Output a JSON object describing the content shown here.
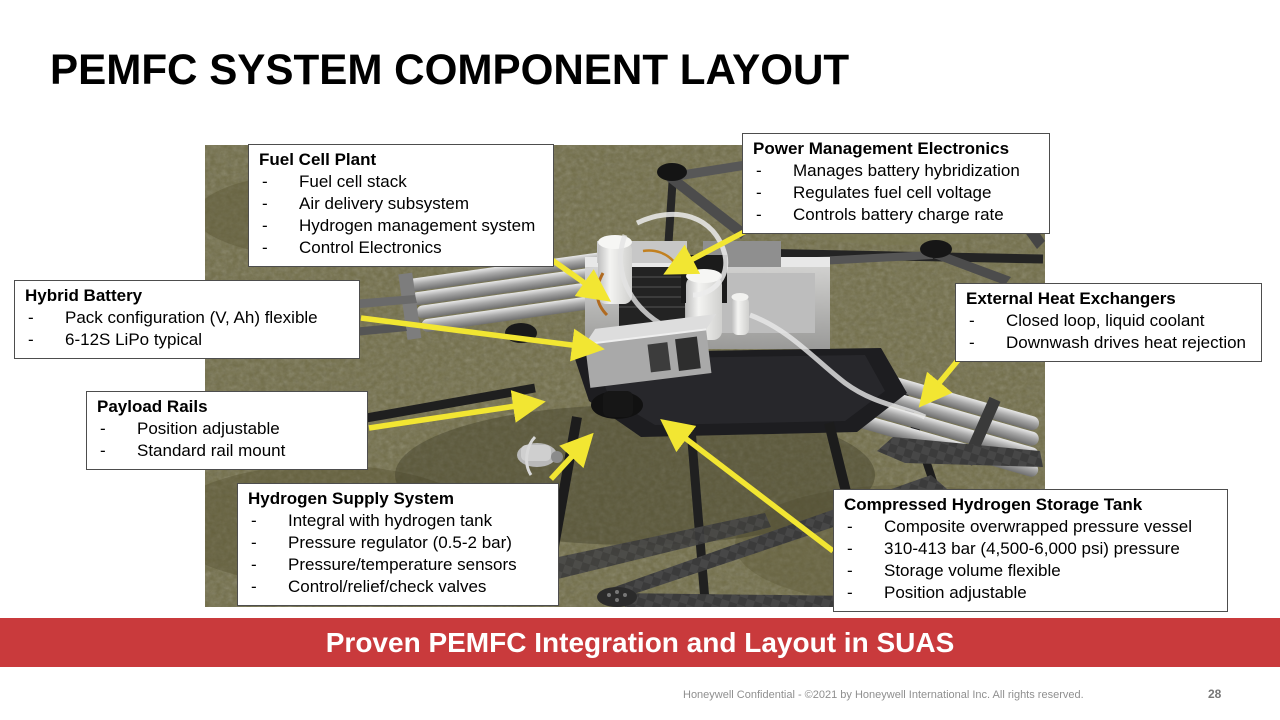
{
  "slide": {
    "title": "PEMFC SYSTEM COMPONENT LAYOUT",
    "banner": "Proven PEMFC Integration and Layout in SUAS",
    "footer": "Honeywell Confidential - ©2021 by Honeywell International Inc. All rights reserved.",
    "page_number": "28"
  },
  "colors": {
    "banner_red": "#C93A3C",
    "arrow_yellow": "#F2E632",
    "title_black": "#000000",
    "footer_gray": "#8F8F8F",
    "callout_border": "#4D4D4D"
  },
  "photo": {
    "alt": "Hexacopter UAS with PEMFC fuel cell system resting on grass, annotated with yellow arrows"
  },
  "callouts": [
    {
      "title": "Fuel Cell Plant",
      "items": [
        "Fuel cell stack",
        "Air delivery subsystem",
        "Hydrogen management system",
        "Control Electronics"
      ]
    },
    {
      "title": "Power Management Electronics",
      "items": [
        "Manages battery hybridization",
        "Regulates fuel cell voltage",
        "Controls battery charge rate"
      ]
    },
    {
      "title": "Hybrid Battery",
      "items": [
        "Pack configuration (V, Ah) flexible",
        "6-12S LiPo typical"
      ]
    },
    {
      "title": "External Heat Exchangers",
      "items": [
        "Closed loop, liquid coolant",
        "Downwash drives heat rejection"
      ]
    },
    {
      "title": "Payload Rails",
      "items": [
        "Position adjustable",
        "Standard rail mount"
      ]
    },
    {
      "title": "Hydrogen Supply System",
      "items": [
        "Integral with hydrogen tank",
        "Pressure regulator (0.5-2 bar)",
        "Pressure/temperature sensors",
        "Control/relief/check valves"
      ]
    },
    {
      "title": "Compressed Hydrogen Storage Tank",
      "items": [
        "Composite overwrapped pressure vessel",
        "310-413 bar (4,500-6,000 psi) pressure",
        "Storage volume flexible",
        "Position adjustable"
      ]
    }
  ]
}
